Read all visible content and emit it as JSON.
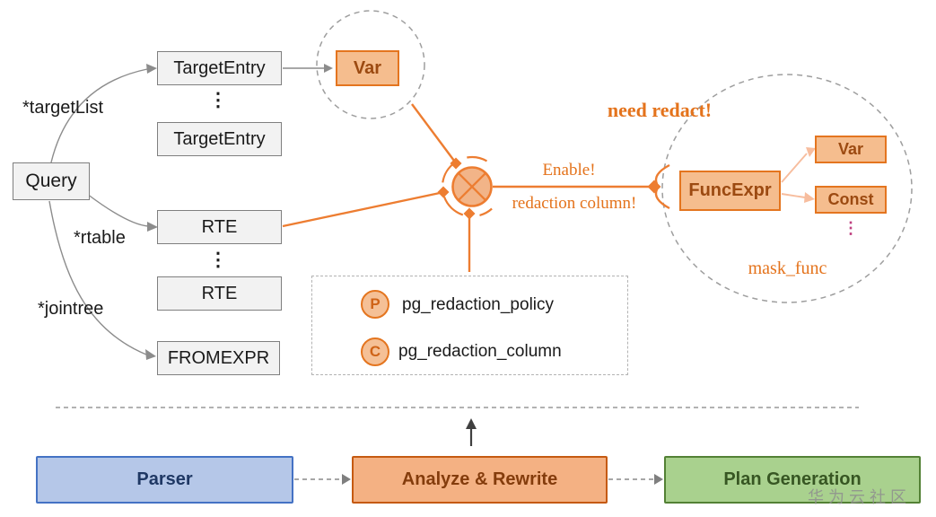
{
  "diagram": {
    "query_tree": {
      "query_label": "Query",
      "target_list_label": "*targetList",
      "rtable_label": "*rtable",
      "jointree_label": "*jointree",
      "target_entry_1": "TargetEntry",
      "target_entry_2": "TargetEntry",
      "rte_1": "RTE",
      "rte_2": "RTE",
      "fromexpr_label": "FROMEXPR",
      "target_entries_ellipsis": "⋮",
      "rte_ellipsis": "⋮"
    },
    "var_node": {
      "label": "Var"
    },
    "annotations": {
      "need_redact": "need redact!",
      "enable_line1": "Enable!",
      "enable_line2": "redaction column!"
    },
    "catalog": {
      "policy_badge": "P",
      "policy_table": "pg_redaction_policy",
      "column_badge": "C",
      "column_table": "pg_redaction_column"
    },
    "mask_group": {
      "funcexpr_label": "FuncExpr",
      "var_label": "Var",
      "const_label": "Const",
      "args_ellipsis": "⋮",
      "caption": "mask_func"
    },
    "pipeline": {
      "stages": [
        {
          "label": "Parser"
        },
        {
          "label": "Analyze & Rewrite"
        },
        {
          "label": "Plan Generation"
        }
      ]
    },
    "watermark": "华为云社区"
  },
  "colors": {
    "accent_orange": "#ed7d31",
    "orange_fill": "#f5bd8e",
    "node_gray_fill": "#f2f2f2",
    "parser_blue_fill": "#b5c7e8",
    "parser_blue_border": "#4472c4",
    "analyze_orange_fill": "#f4b183",
    "analyze_orange_border": "#c55a11",
    "plan_green_fill": "#a9d18e",
    "plan_green_border": "#538135",
    "args_ellipsis_pink": "#bf4080",
    "connector_gray": "#8c8c8c"
  }
}
